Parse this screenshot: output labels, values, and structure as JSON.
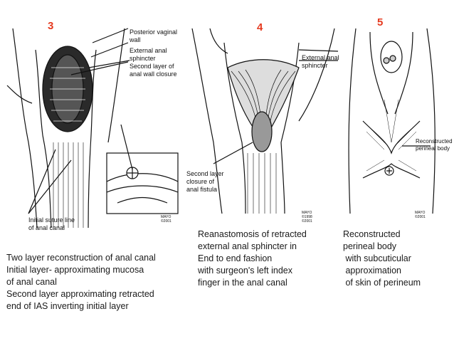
{
  "panels": [
    {
      "number": "3",
      "labels": [
        "Posterior vaginal wall",
        "External anal sphincter",
        "Second layer of anal wall closure",
        "Initial suture line of anal canal"
      ],
      "credit": [
        "MAYO",
        "©2001"
      ]
    },
    {
      "number": "4",
      "labels": [
        "External anal sphincter",
        "Second layer closure of anal fistula"
      ],
      "credit": [
        "MAYO",
        "©1998",
        "©2001"
      ]
    },
    {
      "number": "5",
      "labels": [
        "Reconstructed perineal body"
      ],
      "credit": [
        "MAYO",
        "©2001"
      ]
    }
  ],
  "figure_labels": {
    "p3_posterior": "Posterior vaginal",
    "p3_wall": "wall",
    "p3_external": "External anal",
    "p3_sphincter": "sphincter",
    "p3_second": "Second layer of",
    "p3_closure": "anal wall closure",
    "p3_initial": "Initial suture line",
    "p3_of_anal": "of anal canal",
    "p4_external": "External anal",
    "p4_sphincter": "sphincter",
    "p4_second": "Second layer",
    "p4_closure": "closure of",
    "p4_fistula": "anal fistula",
    "p5_reconstructed": "Reconstructed",
    "p5_perineal": "perineal body"
  },
  "credits": {
    "p3_mayo": "MAYO",
    "p3_year": "©2001",
    "p4_mayo": "MAYO",
    "p4_year1": "©1998",
    "p4_year2": "©2001",
    "p5_mayo": "MAYO",
    "p5_year": "©2001"
  },
  "numbers": {
    "p3": "3",
    "p4": "4",
    "p5": "5"
  },
  "captions": {
    "c3": [
      "Two layer reconstruction of anal canal",
      "Initial layer- approximating mucosa",
      "of anal canal",
      "Second layer approximating retracted",
      "end of IAS inverting initial layer"
    ],
    "c4": [
      "Reanastomosis of retracted",
      "external anal sphincter in",
      "End to end fashion",
      "with surgeon's left index",
      "finger in the anal canal"
    ],
    "c5": [
      "Reconstructed",
      "perineal body",
      " with subcuticular",
      " approximation",
      " of skin of perineum"
    ]
  },
  "colors": {
    "number": "#e53a1f",
    "text": "#1a1a1a",
    "line": "#111111"
  }
}
